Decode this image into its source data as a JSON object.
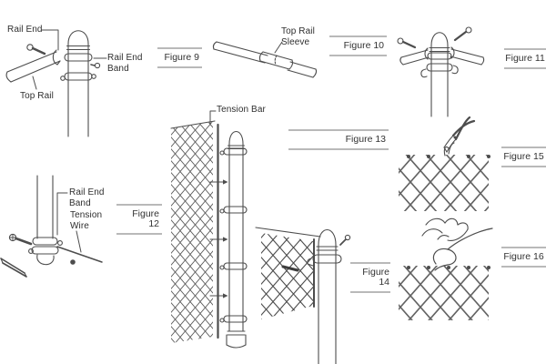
{
  "page": {
    "kind": "fence-installation-manual-figures",
    "background": "#ffffff"
  },
  "colors": {
    "drawing_line": "#4d4d4d",
    "mesh_line": "#636363",
    "label_rule": "#b9b9b9",
    "text": "#2e2e2e"
  },
  "figures": {
    "fig9": {
      "label": "Figure 9"
    },
    "fig10": {
      "label": "Figure 10"
    },
    "fig11": {
      "label": "Figure 11"
    },
    "fig12": {
      "label": "Figure 12"
    },
    "fig13": {
      "label": "Figure 13"
    },
    "fig14": {
      "label": "Figure 14"
    },
    "fig15": {
      "label": "Figure 15"
    },
    "fig16": {
      "label": "Figure 16"
    }
  },
  "annotations": {
    "rail_end": "Rail End",
    "rail_end_band": "Rail End Band",
    "top_rail": "Top Rail",
    "top_rail_sleeve": "Top Rail Sleeve",
    "rail_end_band_2": "Rail End Band",
    "tension_wire": "Tension Wire",
    "tension_bar": "Tension Bar"
  }
}
